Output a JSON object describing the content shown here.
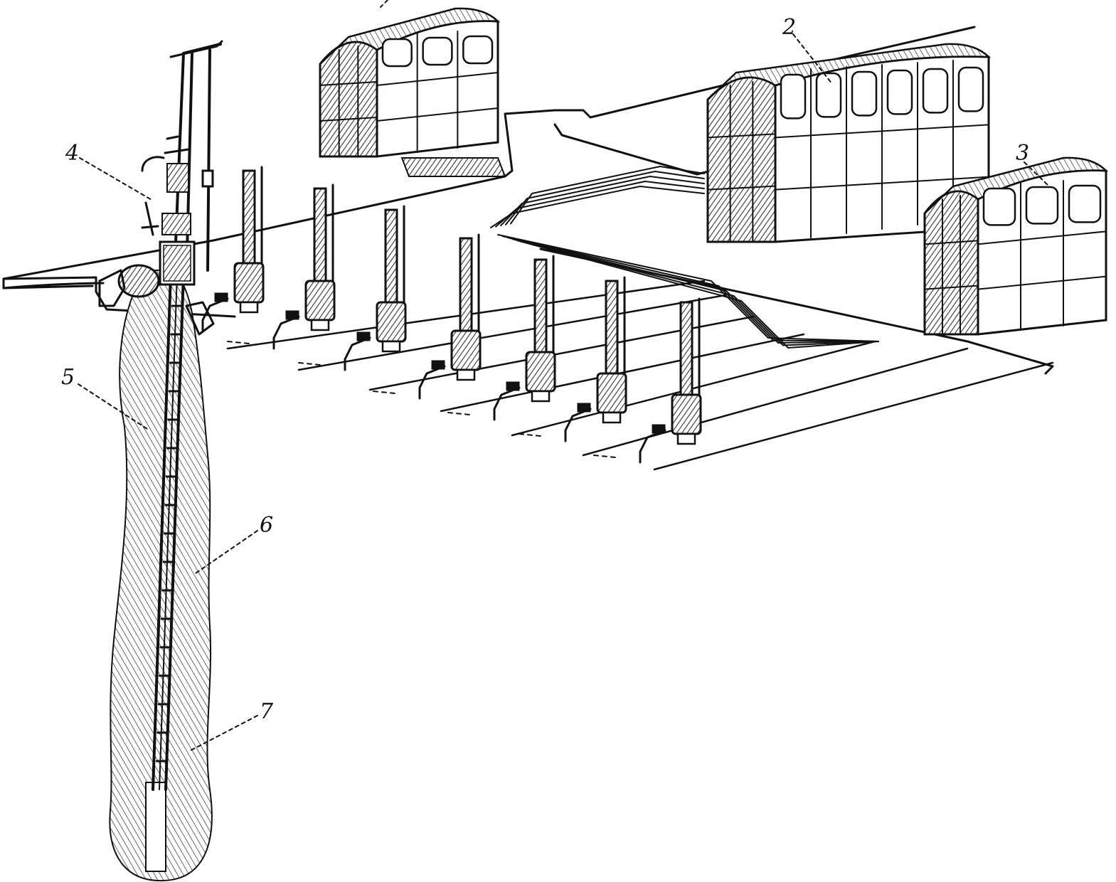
{
  "diagram": {
    "labels": [
      {
        "id": "label-1",
        "text": ""
      },
      {
        "id": "label-2",
        "text": "2"
      },
      {
        "id": "label-3",
        "text": "3"
      },
      {
        "id": "label-4",
        "text": "4"
      },
      {
        "id": "label-5",
        "text": "5"
      },
      {
        "id": "label-6",
        "text": "6"
      },
      {
        "id": "label-7",
        "text": "7"
      }
    ],
    "counts": {
      "buildings": 3,
      "wellheads": 7
    },
    "colors": {
      "ink": "#111111",
      "background": "#ffffff",
      "hatch": "#333333"
    }
  }
}
